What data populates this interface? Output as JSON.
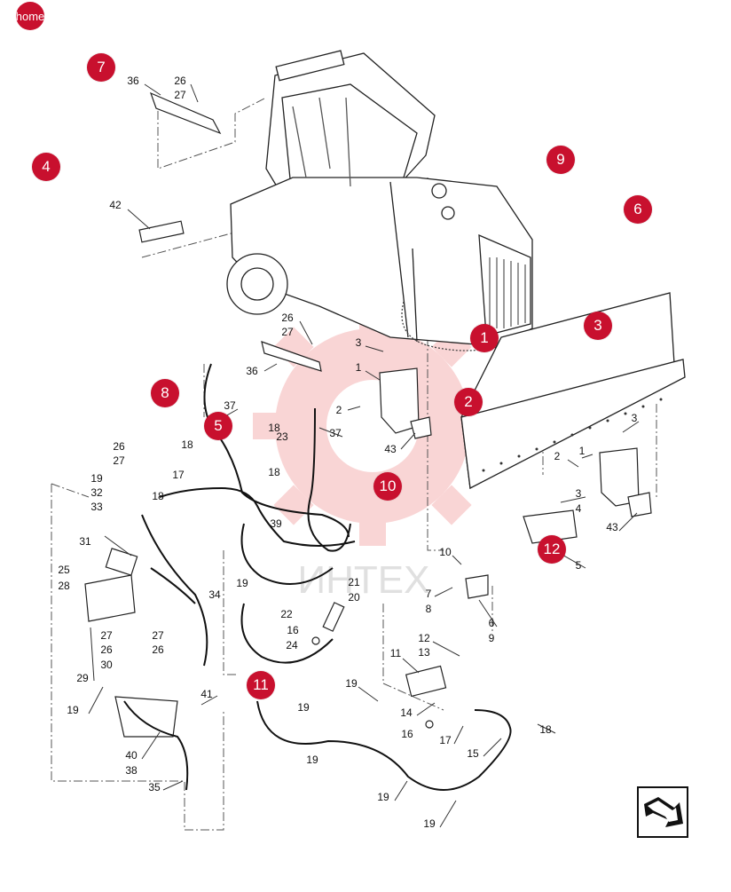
{
  "home_label": "home",
  "watermark_text": "ИНТЕХ",
  "colors": {
    "hotspot": "#c8102e",
    "watermark": "#f08a8a",
    "line": "#222222"
  },
  "hotspots": [
    {
      "label": "1",
      "pos": "546,381"
    },
    {
      "label": "2",
      "pos": "528,453"
    },
    {
      "label": "3",
      "pos": "674,367"
    },
    {
      "label": "4",
      "pos": "52,188"
    },
    {
      "label": "5",
      "pos": "246,480"
    },
    {
      "label": "6",
      "pos": "719,236"
    },
    {
      "label": "7",
      "pos": "114,76"
    },
    {
      "label": "8",
      "pos": "186,443"
    },
    {
      "label": "9",
      "pos": "632,180"
    },
    {
      "label": "10",
      "pos": "437,548"
    },
    {
      "label": "11",
      "pos": "294,772"
    },
    {
      "label": "12",
      "pos": "622,619"
    }
  ],
  "callouts": [
    {
      "t": "36",
      "p": "150,91"
    },
    {
      "t": "26",
      "p": "203,91"
    },
    {
      "t": "27",
      "p": "203,107"
    },
    {
      "t": "42",
      "p": "130,231"
    },
    {
      "t": "26",
      "p": "324,358"
    },
    {
      "t": "27",
      "p": "324,374"
    },
    {
      "t": "36",
      "p": "284,418"
    },
    {
      "t": "3",
      "p": "404,386"
    },
    {
      "t": "1",
      "p": "404,414"
    },
    {
      "t": "2",
      "p": "382,462"
    },
    {
      "t": "43",
      "p": "440,506"
    },
    {
      "t": "37",
      "p": "259,457"
    },
    {
      "t": "37",
      "p": "378,488"
    },
    {
      "t": "23",
      "p": "318,492"
    },
    {
      "t": "18",
      "p": "309,482"
    },
    {
      "t": "18",
      "p": "309,532"
    },
    {
      "t": "18",
      "p": "211,501"
    },
    {
      "t": "17",
      "p": "201,535"
    },
    {
      "t": "18",
      "p": "178,559"
    },
    {
      "t": "26",
      "p": "134,503"
    },
    {
      "t": "27",
      "p": "134,519"
    },
    {
      "t": "19",
      "p": "109,539"
    },
    {
      "t": "32",
      "p": "109,555"
    },
    {
      "t": "33",
      "p": "109,571"
    },
    {
      "t": "31",
      "p": "96,610"
    },
    {
      "t": "25",
      "p": "72,642"
    },
    {
      "t": "28",
      "p": "72,660"
    },
    {
      "t": "39",
      "p": "311,590"
    },
    {
      "t": "34",
      "p": "242,670"
    },
    {
      "t": "19",
      "p": "273,657"
    },
    {
      "t": "21",
      "p": "399,656"
    },
    {
      "t": "20",
      "p": "399,673"
    },
    {
      "t": "22",
      "p": "323,692"
    },
    {
      "t": "16",
      "p": "330,710"
    },
    {
      "t": "24",
      "p": "329,727"
    },
    {
      "t": "27",
      "p": "120,716"
    },
    {
      "t": "26",
      "p": "120,732"
    },
    {
      "t": "30",
      "p": "120,749"
    },
    {
      "t": "27",
      "p": "178,716"
    },
    {
      "t": "26",
      "p": "178,732"
    },
    {
      "t": "29",
      "p": "93,764"
    },
    {
      "t": "19",
      "p": "82,800"
    },
    {
      "t": "41",
      "p": "233,782"
    },
    {
      "t": "40",
      "p": "148,851"
    },
    {
      "t": "38",
      "p": "148,868"
    },
    {
      "t": "35",
      "p": "174,887"
    },
    {
      "t": "10",
      "p": "502,622"
    },
    {
      "t": "7",
      "p": "483,669"
    },
    {
      "t": "8",
      "p": "483,686"
    },
    {
      "t": "6",
      "p": "554,702"
    },
    {
      "t": "9",
      "p": "554,719"
    },
    {
      "t": "12",
      "p": "478,719"
    },
    {
      "t": "13",
      "p": "478,735"
    },
    {
      "t": "11",
      "p": "446,736"
    },
    {
      "t": "19",
      "p": "396,770"
    },
    {
      "t": "19",
      "p": "342,797"
    },
    {
      "t": "19",
      "p": "352,856"
    },
    {
      "t": "14",
      "p": "458,803"
    },
    {
      "t": "16",
      "p": "459,827"
    },
    {
      "t": "17",
      "p": "502,834"
    },
    {
      "t": "15",
      "p": "533,849"
    },
    {
      "t": "18",
      "p": "615,822"
    },
    {
      "t": "19",
      "p": "432,898"
    },
    {
      "t": "19",
      "p": "484,928"
    },
    {
      "t": "3",
      "p": "715,471"
    },
    {
      "t": "1",
      "p": "656,508"
    },
    {
      "t": "2",
      "p": "628,514"
    },
    {
      "t": "3",
      "p": "652,556"
    },
    {
      "t": "4",
      "p": "652,573"
    },
    {
      "t": "43",
      "p": "690,594"
    },
    {
      "t": "5",
      "p": "652,637"
    }
  ]
}
